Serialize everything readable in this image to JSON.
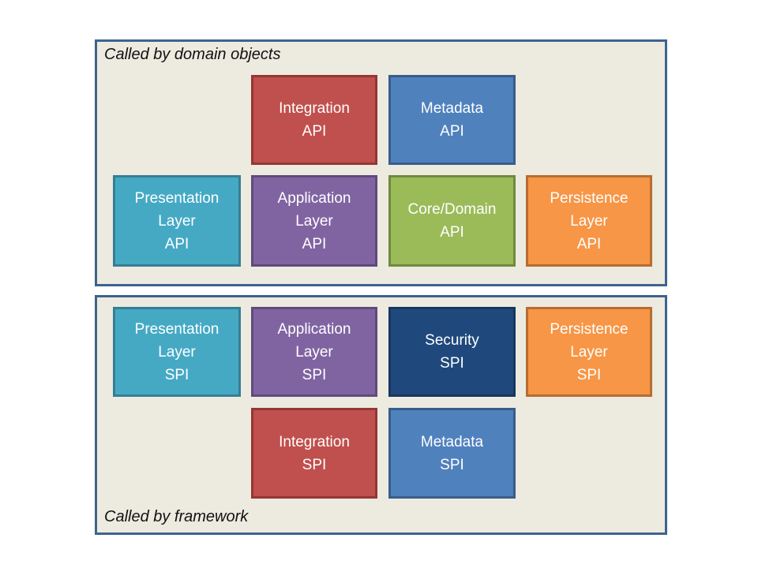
{
  "palette": {
    "canvas_background": "#FFFFFF",
    "container_fill": "#EDEAE0",
    "container_border": "#3C648F",
    "box_text": "#FFFFFF",
    "title_text": "#111111",
    "red_fill": "#C0504D",
    "red_border": "#943634",
    "blue_fill": "#4F81BD",
    "blue_border": "#385D8A",
    "teal_fill": "#45A9C4",
    "teal_border": "#357E93",
    "purple_fill": "#8064A2",
    "purple_border": "#604A7B",
    "green_fill": "#9BBB59",
    "green_border": "#71893F",
    "orange_fill": "#F79646",
    "orange_border": "#B66D31",
    "navy_fill": "#1F497D",
    "navy_border": "#17365D"
  },
  "api_group": {
    "title": "Called by domain objects",
    "boxes": {
      "integration_api": "Integration\nAPI",
      "metadata_api": "Metadata\nAPI",
      "presentation_layer_api": "Presentation\nLayer\nAPI",
      "application_layer_api": "Application\nLayer\nAPI",
      "core_domain_api": "Core/Domain\nAPI",
      "persistence_layer_api": "Persistence\nLayer\nAPI"
    }
  },
  "spi_group": {
    "title": "Called by framework",
    "boxes": {
      "presentation_layer_spi": "Presentation\nLayer\nSPI",
      "application_layer_spi": "Application\nLayer\nSPI",
      "security_spi": "Security\nSPI",
      "persistence_layer_spi": "Persistence\nLayer\nSPI",
      "integration_spi": "Integration\nSPI",
      "metadata_spi": "Metadata\nSPI"
    }
  }
}
